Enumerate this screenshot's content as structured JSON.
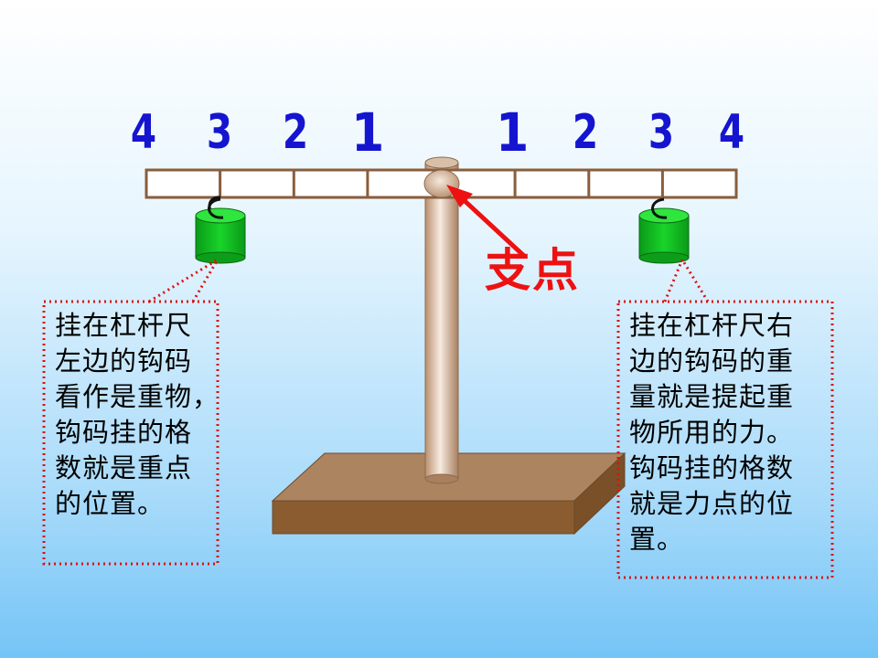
{
  "scale": {
    "left_numbers": [
      "4",
      "3",
      "2",
      "1"
    ],
    "right_numbers": [
      "1",
      "2",
      "3",
      "4"
    ]
  },
  "fulcrum_label": "支点",
  "left_note": {
    "lines": [
      "挂在杠杆尺",
      "左边的钩码",
      "看作是重物，",
      "钩码挂的格",
      "数就是重点",
      "的位置。"
    ]
  },
  "right_note": {
    "lines": [
      "挂在杠杆尺右",
      "边的钩码的重",
      "量就是提起重",
      "物所用的力。",
      "钩码挂的格数",
      "就是力点的位",
      "置。"
    ]
  },
  "colors": {
    "numbers": "#1515d0",
    "fulcrum_label": "#ee1111",
    "weights": "#11cc22",
    "dotted_border": "#dd1111",
    "base": "#a8815a"
  }
}
